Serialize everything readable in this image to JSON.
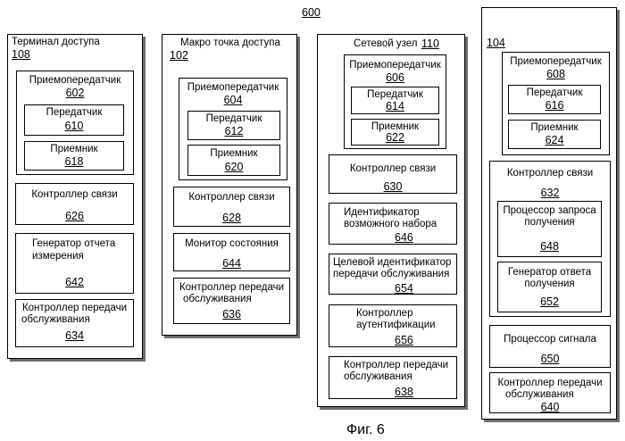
{
  "figure": {
    "number": "600",
    "caption": "Фиг. 6"
  },
  "col1": {
    "title": "Терминал доступа",
    "ref": "108",
    "transceiver": {
      "label": "Приемопередатчик",
      "ref": "602",
      "transmitter": {
        "label": "Передатчик",
        "ref": "610"
      },
      "receiver": {
        "label": "Приемник",
        "ref": "618"
      }
    },
    "comm_controller": {
      "label": "Контроллер связи",
      "ref": "626"
    },
    "report_generator": {
      "line1": "Генератор отчета",
      "line2": "измерения",
      "ref": "642"
    },
    "handover_controller": {
      "line1": "Контроллер передачи",
      "line2": "обслуживания",
      "ref": "634"
    }
  },
  "col2": {
    "title": "Макро точка доступа",
    "ref": "102",
    "transceiver": {
      "label": "Приемопередатчик",
      "ref": "604",
      "transmitter": {
        "label": "Передатчик",
        "ref": "612"
      },
      "receiver": {
        "label": "Приемник",
        "ref": "620"
      }
    },
    "comm_controller": {
      "label": "Контроллер связи",
      "ref": "628"
    },
    "state_monitor": {
      "label": "Монитор состояния",
      "ref": "644"
    },
    "handover_controller": {
      "line1": "Контроллер передачи",
      "line2": "обслуживания",
      "ref": "636"
    }
  },
  "col3": {
    "title": "Сетевой узел",
    "ref": "110",
    "transceiver": {
      "label": "Приемопередатчик",
      "ref": "606",
      "transmitter": {
        "label": "Передатчик",
        "ref": "614"
      },
      "receiver": {
        "label": "Приемник",
        "ref": "622"
      }
    },
    "comm_controller": {
      "label": "Контроллер связи",
      "ref": "630"
    },
    "candidate_set_id": {
      "line1": "Идентификатор",
      "line2": "возможного набора",
      "ref": "646"
    },
    "target_handover_id": {
      "line1": "Целевой идентификатор",
      "line2": "передачи обслуживания",
      "ref": "654"
    },
    "auth_controller": {
      "line1": "Контроллер",
      "line2": "аутентификации",
      "ref": "656"
    },
    "handover_controller": {
      "line1": "Контроллер передачи",
      "line2": "обслуживания",
      "ref": "638"
    }
  },
  "col4": {
    "ref": "104",
    "transceiver": {
      "label": "Приемопередатчик",
      "ref": "608",
      "transmitter": {
        "label": "Передатчик",
        "ref": "616"
      },
      "receiver": {
        "label": "Приемник",
        "ref": "624"
      }
    },
    "comm_controller": {
      "label": "Контроллер связи",
      "ref": "632",
      "request_processor": {
        "line1": "Процессор запроса",
        "line2": "получения",
        "ref": "648"
      },
      "response_generator": {
        "line1": "Генератор ответа",
        "line2": "получения",
        "ref": "652"
      }
    },
    "signal_processor": {
      "label": "Процессор сигнала",
      "ref": "650"
    },
    "handover_controller": {
      "line1": "Контроллер передачи",
      "line2": "обслуживания",
      "ref": "640"
    }
  }
}
